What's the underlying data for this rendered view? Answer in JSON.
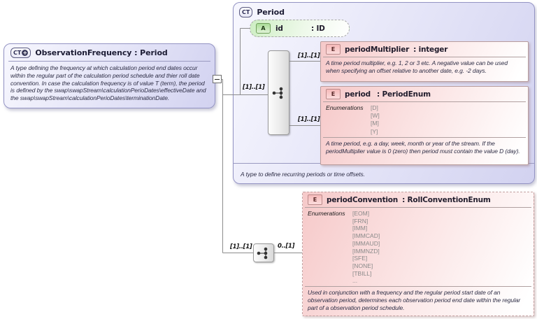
{
  "icons": {
    "ct": "CT",
    "plus": "+",
    "attribute": "A",
    "element": "E"
  },
  "observation_frequency": {
    "title": "ObservationFrequency : Period",
    "description": "A type defining the frequency at which calculation period end dates occur within the regular part of the calculation period schedule and thier roll date convention. In case the calculation frequency is of value T (term), the period is defined by the swap\\swapStream\\calculationPerioDates\\effectiveDate and the swap\\swapStream\\calculationPerioDates\\terminationDate."
  },
  "period_type": {
    "title": "Period",
    "footer": "A type to define recurring periods or time offsets.",
    "sequence_cardinality": "[1]..[1]",
    "attribute": {
      "name": "id",
      "type": ": ID"
    },
    "enumerations_label": "Enumerations",
    "elements": [
      {
        "name": "periodMultiplier",
        "type": ": integer",
        "cardinality": "[1]..[1]",
        "description": "A time period multiplier, e.g. 1, 2 or 3 etc. A negative value can be used when specifying an offset relative to another date, e.g. -2 days."
      },
      {
        "name": "period",
        "type": ": PeriodEnum",
        "cardinality": "[1]..[1]",
        "enumerations": [
          "[D]",
          "[W]",
          "[M]",
          "[Y]"
        ],
        "description": "A time period, e.g. a day, week, month or year of the stream. If the periodMultiplier value is 0 (zero) then period must contain the value D (day)."
      }
    ]
  },
  "period_convention": {
    "name": "periodConvention",
    "type": ": RollConventionEnum",
    "cardinality_left": "[1]..[1]",
    "cardinality_right": "0..[1]",
    "enumerations_label": "Enumerations",
    "enumerations": [
      "[EOM]",
      "[FRN]",
      "[IMM]",
      "[IMMCAD]",
      "[IMMAUD]",
      "[IMMNZD]",
      "[SFE]",
      "[NONE]",
      "[TBILL]",
      "..."
    ],
    "description": "Used in conjunction with a frequency and the regular period start date of an observation period, determines each observation period end date within the regular part of a observation period schedule."
  }
}
